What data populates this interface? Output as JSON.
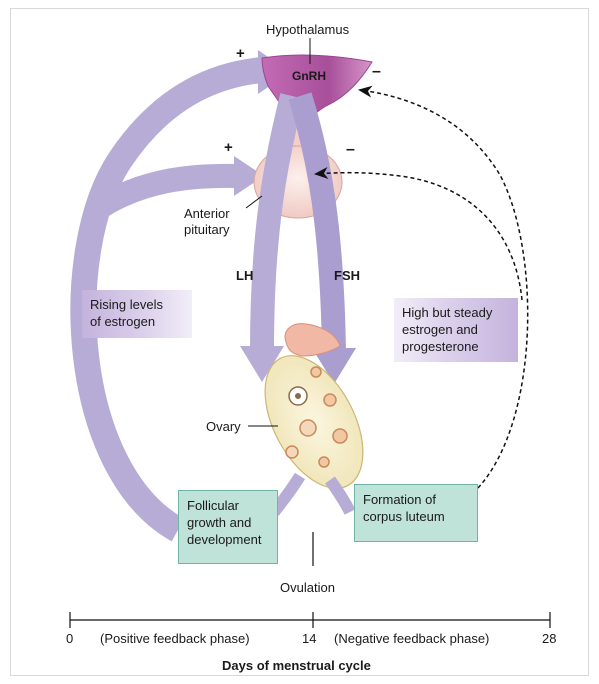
{
  "labels": {
    "hypothalamus": "Hypothalamus",
    "gnrh": "GnRH",
    "plus_top": "+",
    "minus_top": "–",
    "plus_mid": "+",
    "minus_mid": "–",
    "anterior_pituitary_line1": "Anterior",
    "anterior_pituitary_line2": "pituitary",
    "lh": "LH",
    "fsh": "FSH",
    "ovary": "Ovary",
    "ovulation": "Ovulation"
  },
  "boxes": {
    "rising_estrogen": [
      "Rising levels",
      "of estrogen"
    ],
    "high_steady": [
      "High but steady",
      "estrogen and",
      "progesterone"
    ],
    "follicular": [
      "Follicular",
      "growth and",
      "development"
    ],
    "corpus_luteum": [
      "Formation of",
      "corpus luteum"
    ]
  },
  "timeline": {
    "start": "0",
    "positive_phase": "(Positive feedback phase)",
    "mid": "14",
    "negative_phase": "(Negative feedback phase)",
    "end": "28",
    "title": "Days of menstrual cycle"
  },
  "colors": {
    "arrow_purple": "#b7acd6",
    "hypothalamus_magenta": "#b65aa6",
    "pituitary_pink": "#f6d7d2",
    "ovary_yellow": "#f5edc8",
    "box_green": "#bfe3d8",
    "box_purple": "#c4b3dd"
  }
}
